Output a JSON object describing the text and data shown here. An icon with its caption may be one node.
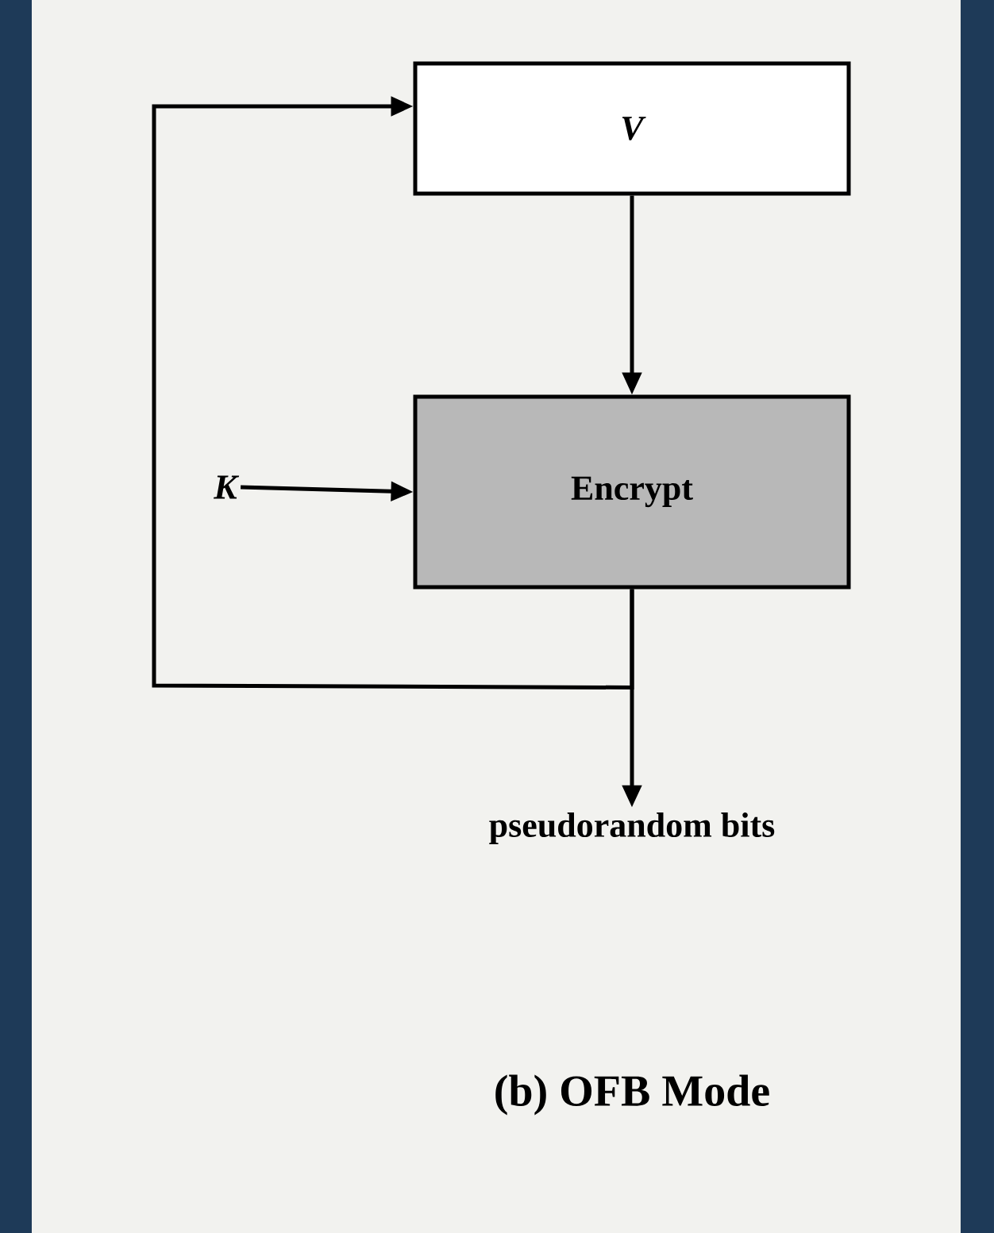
{
  "diagram": {
    "caption": "(b) OFB Mode",
    "nodes": [
      {
        "text": [
          "V"
        ]
      },
      {
        "text": [
          "Encrypt"
        ]
      },
      {
        "text": [
          "K"
        ]
      },
      {
        "text": [
          "pseudorandom bits"
        ]
      }
    ],
    "edges": [
      {
        "from": 0,
        "to": 1,
        "arrow": "to"
      },
      {
        "from": 2,
        "to": 1,
        "arrow": "to"
      },
      {
        "from": 1,
        "to": 3,
        "arrow": "to"
      },
      {
        "from": 1,
        "to": 0,
        "arrow": "to"
      }
    ]
  }
}
